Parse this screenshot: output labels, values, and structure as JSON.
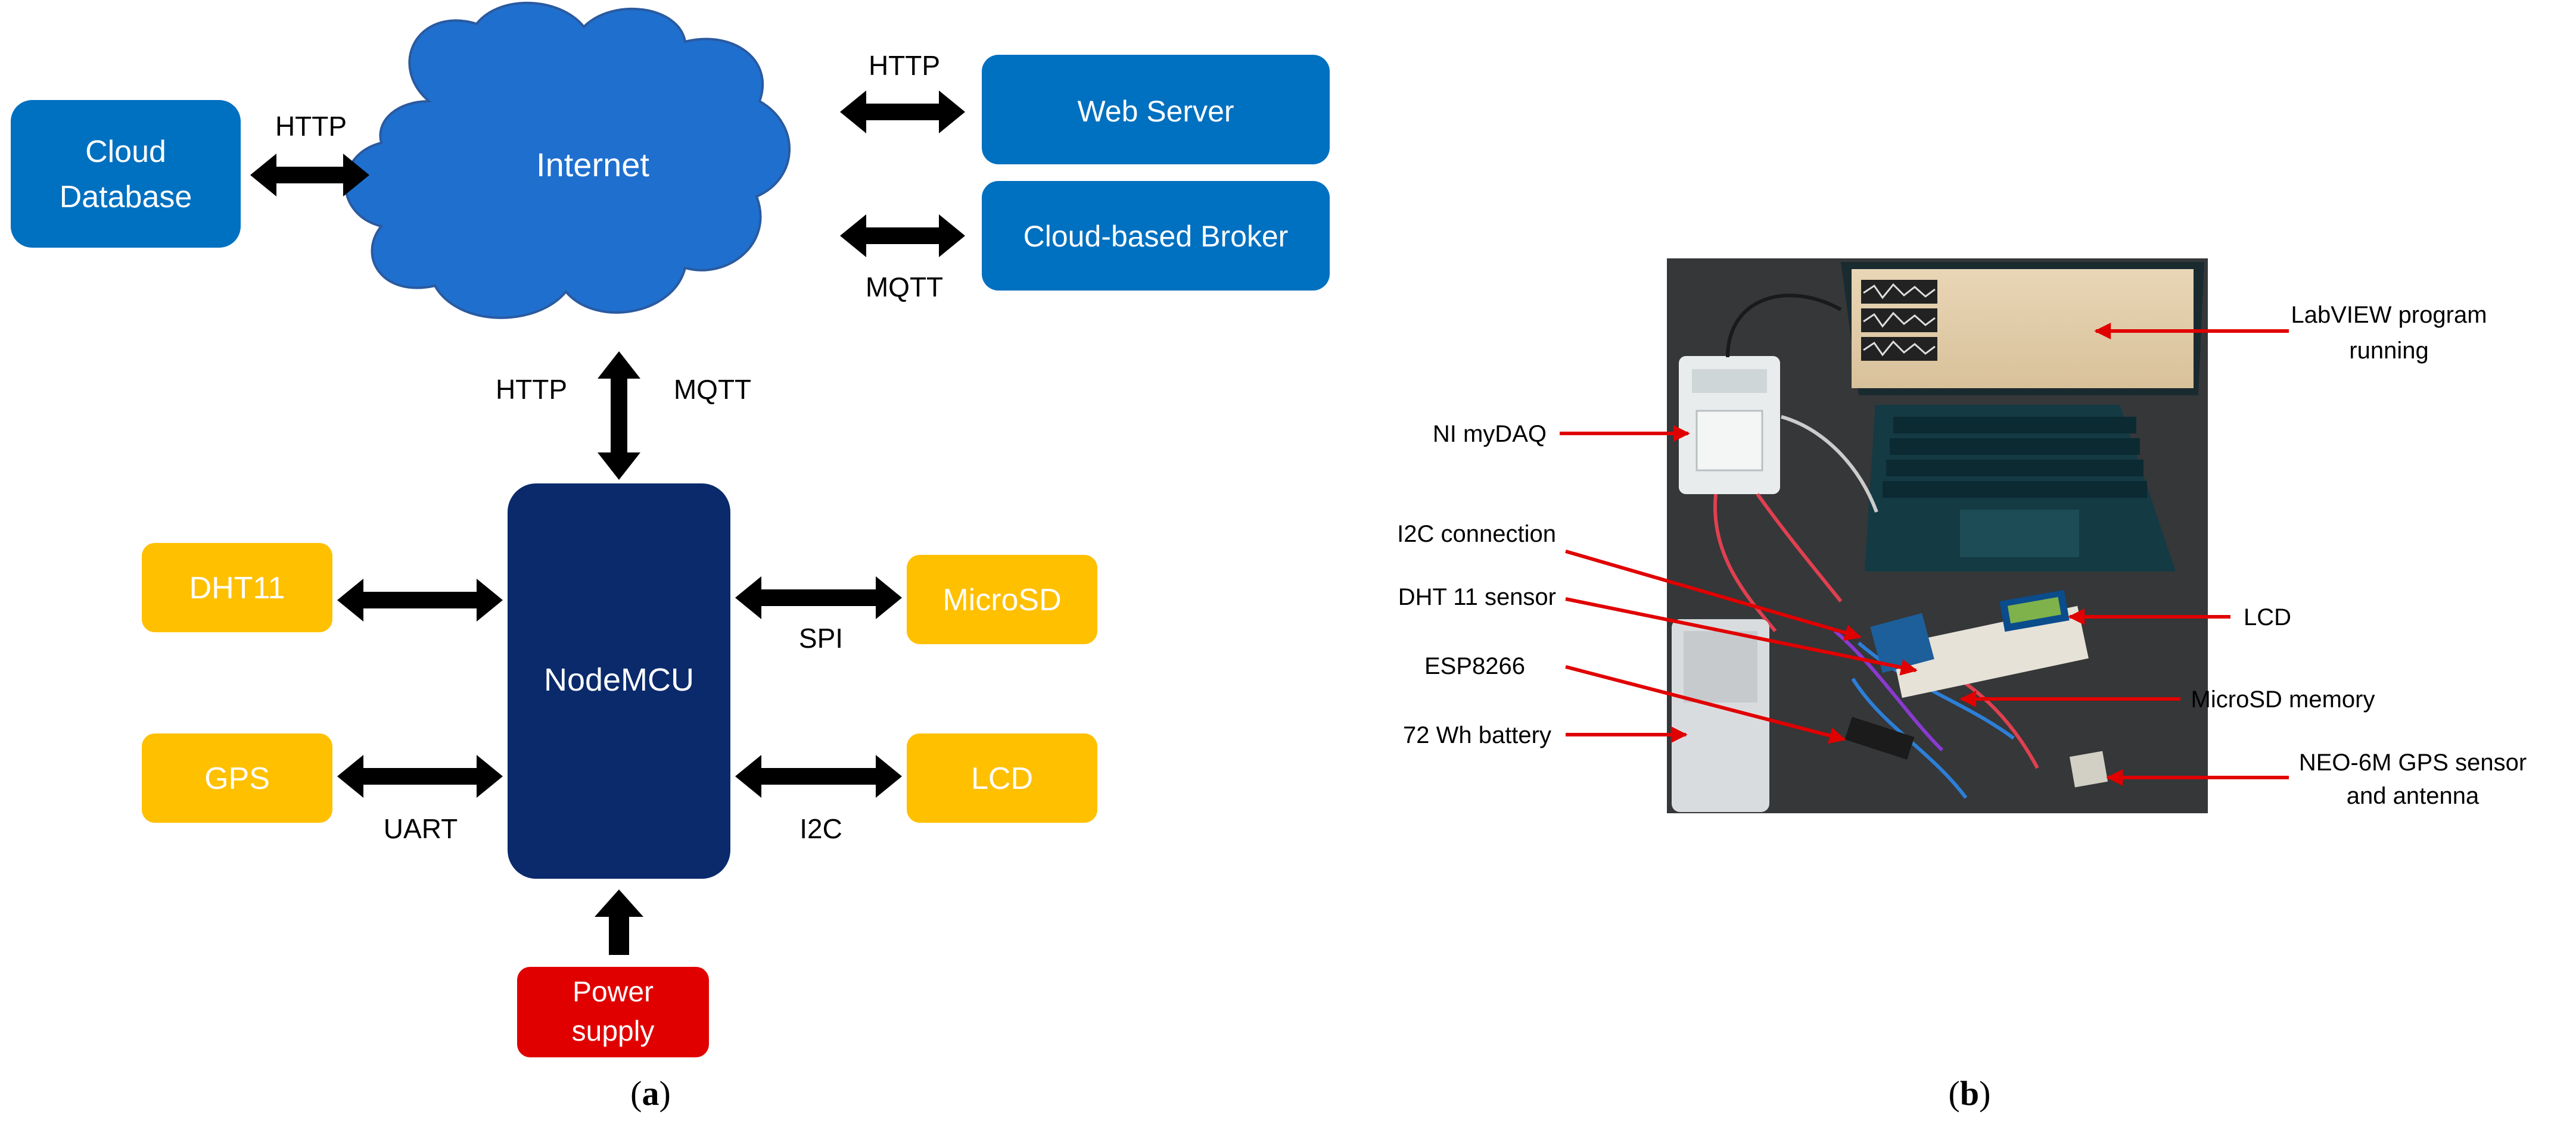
{
  "panel_a": {
    "caption_open": "(",
    "caption_letter": "a",
    "caption_close": ")",
    "blocks": {
      "cloud_database": [
        "Cloud",
        "Database"
      ],
      "internet": "Internet",
      "web_server": "Web Server",
      "cloud_broker": "Cloud-based Broker",
      "nodemcu": "NodeMCU",
      "dht11": "DHT11",
      "gps": "GPS",
      "microsd": "MicroSD",
      "lcd": "LCD",
      "power_supply": [
        "Power",
        "supply"
      ]
    },
    "links": {
      "db_internet": "HTTP",
      "internet_webserver": "HTTP",
      "internet_broker": "MQTT",
      "node_http": "HTTP",
      "node_mqtt": "MQTT",
      "gps": "UART",
      "microsd": "SPI",
      "lcd": "I2C"
    },
    "colors": {
      "blue_block": "#0070c0",
      "cloud": "#1f6fce",
      "nodemcu": "#0a2a6b",
      "peripheral": "#ffc000",
      "power": "#e00000",
      "arrow": "#000000"
    }
  },
  "panel_b": {
    "caption_open": "(",
    "caption_letter": "b",
    "caption_close": ")",
    "callouts_left": [
      "NI myDAQ",
      "I2C connection",
      "DHT 11 sensor",
      "ESP8266",
      "72 Wh battery"
    ],
    "callouts_right": [
      [
        "LabVIEW program",
        "running"
      ],
      [
        "LCD"
      ],
      [
        "MicroSD memory"
      ],
      [
        "NEO-6M GPS sensor",
        "and antenna"
      ]
    ],
    "arrow_color": "#e00000"
  }
}
